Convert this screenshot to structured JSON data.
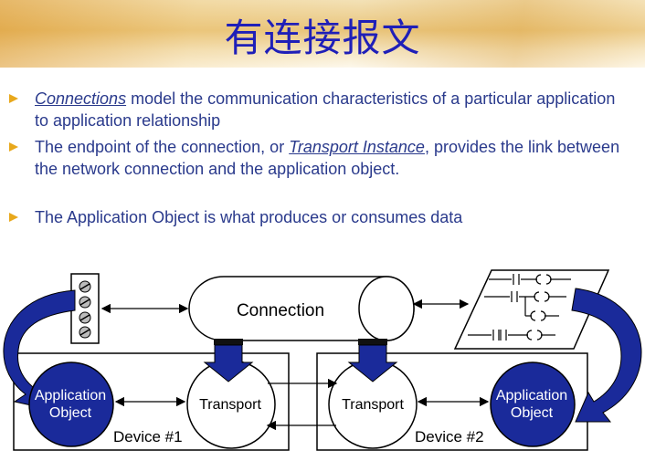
{
  "title": "有连接报文",
  "bullets": [
    {
      "lead": "Connections",
      "rest": " model the communication characteristics of a particular application to application relationship"
    },
    {
      "pre": "The endpoint of the connection, or ",
      "link": "Transport Instance",
      "post": ", provides the link between the network connection and the application object."
    },
    {
      "text": "The Application Object is what produces or consumes data"
    }
  ],
  "diagram": {
    "connection_label": "Connection",
    "device1_label": "Device #1",
    "device2_label": "Device #2",
    "app_object_line1": "Application",
    "app_object_line2": "Object",
    "transport_label": "Transport"
  },
  "colors": {
    "title": "#1f1fb8",
    "text": "#2a3a8c",
    "accent_blue": "#1a2a9a",
    "bullet": "#e8a81c"
  }
}
